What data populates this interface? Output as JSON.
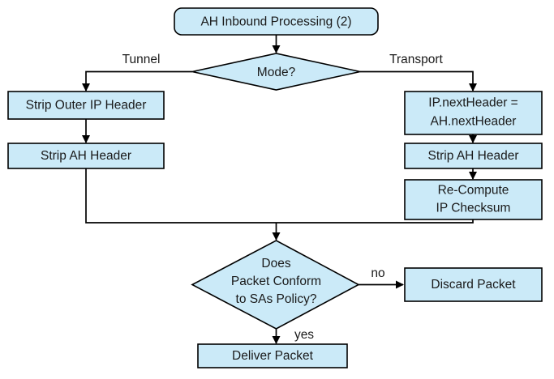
{
  "diagram": {
    "title": "AH Inbound Processing (2)",
    "colors": {
      "node_fill": "#cbeaf8",
      "node_stroke": "#000000",
      "background": "#ffffff",
      "text": "#1a1a1a"
    },
    "nodes": {
      "start": {
        "label": "AH Inbound Processing (2)",
        "shape": "rounded-rectangle"
      },
      "mode_decision": {
        "label": "Mode?",
        "shape": "diamond"
      },
      "strip_outer_ip_header": {
        "label": "Strip Outer IP Header",
        "shape": "rectangle"
      },
      "strip_ah_header_tunnel": {
        "label": "Strip AH Header",
        "shape": "rectangle"
      },
      "ip_next_header": {
        "line1": "IP.nextHeader =",
        "line2": "AH.nextHeader",
        "shape": "rectangle"
      },
      "strip_ah_header_transport": {
        "label": "Strip AH Header",
        "shape": "rectangle"
      },
      "recompute_checksum": {
        "line1": "Re-Compute",
        "line2": "IP Checksum",
        "shape": "rectangle"
      },
      "policy_decision": {
        "line1": "Does",
        "line2": "Packet Conform",
        "line3": "to SAs Policy?",
        "shape": "diamond"
      },
      "discard_packet": {
        "label": "Discard Packet",
        "shape": "rectangle"
      },
      "deliver_packet": {
        "label": "Deliver Packet",
        "shape": "rectangle"
      }
    },
    "edge_labels": {
      "tunnel": "Tunnel",
      "transport": "Transport",
      "no": "no",
      "yes": "yes"
    }
  }
}
